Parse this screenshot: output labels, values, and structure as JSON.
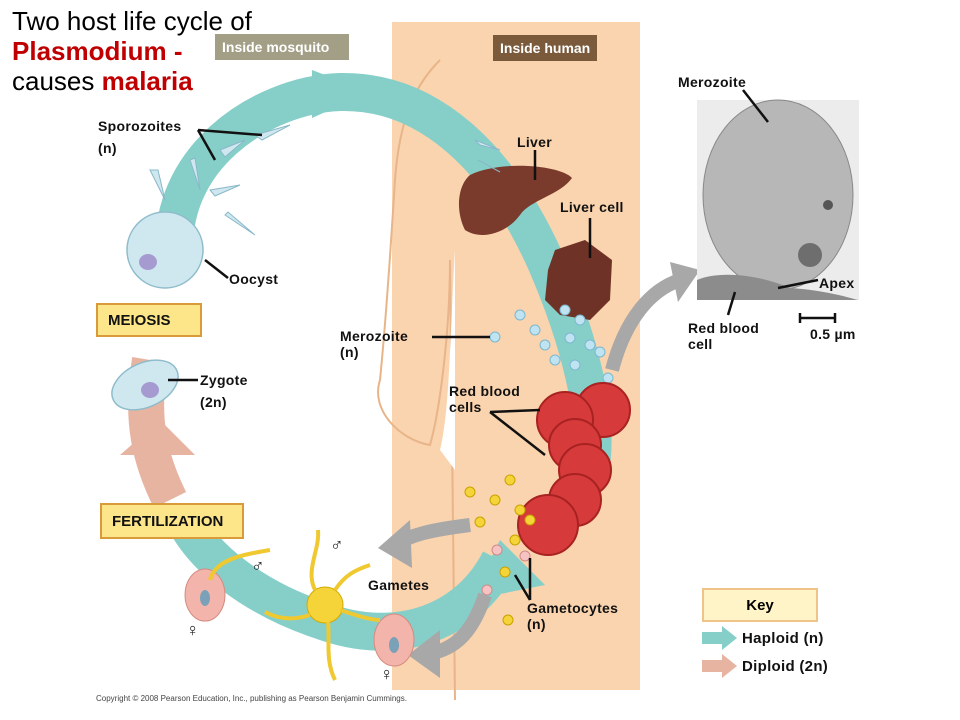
{
  "title": {
    "line1": "Two host life cycle of",
    "line2_red": "Plasmodium",
    "line2_dash": " -",
    "line3_black": "causes ",
    "line3_red": "malaria"
  },
  "regions": {
    "mosquito": "Inside mosquito",
    "human": "Inside human"
  },
  "colors": {
    "haploid_arrow": "#86cfc9",
    "diploid_arrow": "#e7b4a2",
    "human_bg": "#fad4ae",
    "mosquito_tag": "#a39f86",
    "human_tag": "#7a5a3a",
    "title_red": "#c00000",
    "process_box_fill": "#fde58a",
    "process_box_border": "#d99a3a",
    "red_blood_cell": "#d73a3a",
    "liver": "#7a3a2c",
    "gray_arrow": "#a8a8a8"
  },
  "labels": {
    "sporozoites": "Sporozoites",
    "sporozoites_ploidy": "(n)",
    "oocyst": "Oocyst",
    "zygote": "Zygote",
    "zygote_ploidy": "(2n)",
    "liver": "Liver",
    "liver_cell": "Liver cell",
    "merozoite": "Merozoite",
    "merozoite_ploidy": "(n)",
    "red_blood_cells_1": "Red blood",
    "red_blood_cells_2": "cells",
    "gametes": "Gametes",
    "gametocytes": "Gametocytes",
    "gametocytes_ploidy": "(n)",
    "male_symbol": "♂",
    "female_symbol": "♀"
  },
  "processes": {
    "meiosis": "MEIOSIS",
    "fertilization": "FERTILIZATION"
  },
  "micrograph": {
    "merozoite": "Merozoite",
    "apex": "Apex",
    "rbc_1": "Red blood",
    "rbc_2": "cell",
    "scale": "0.5 µm"
  },
  "key": {
    "title": "Key",
    "items": [
      {
        "label": "Haploid (n)",
        "color": "#86cfc9"
      },
      {
        "label": "Diploid (2n)",
        "color": "#e7b4a2"
      }
    ]
  },
  "copyright": "Copyright © 2008 Pearson Education, Inc., publishing as Pearson Benjamin Cummings."
}
